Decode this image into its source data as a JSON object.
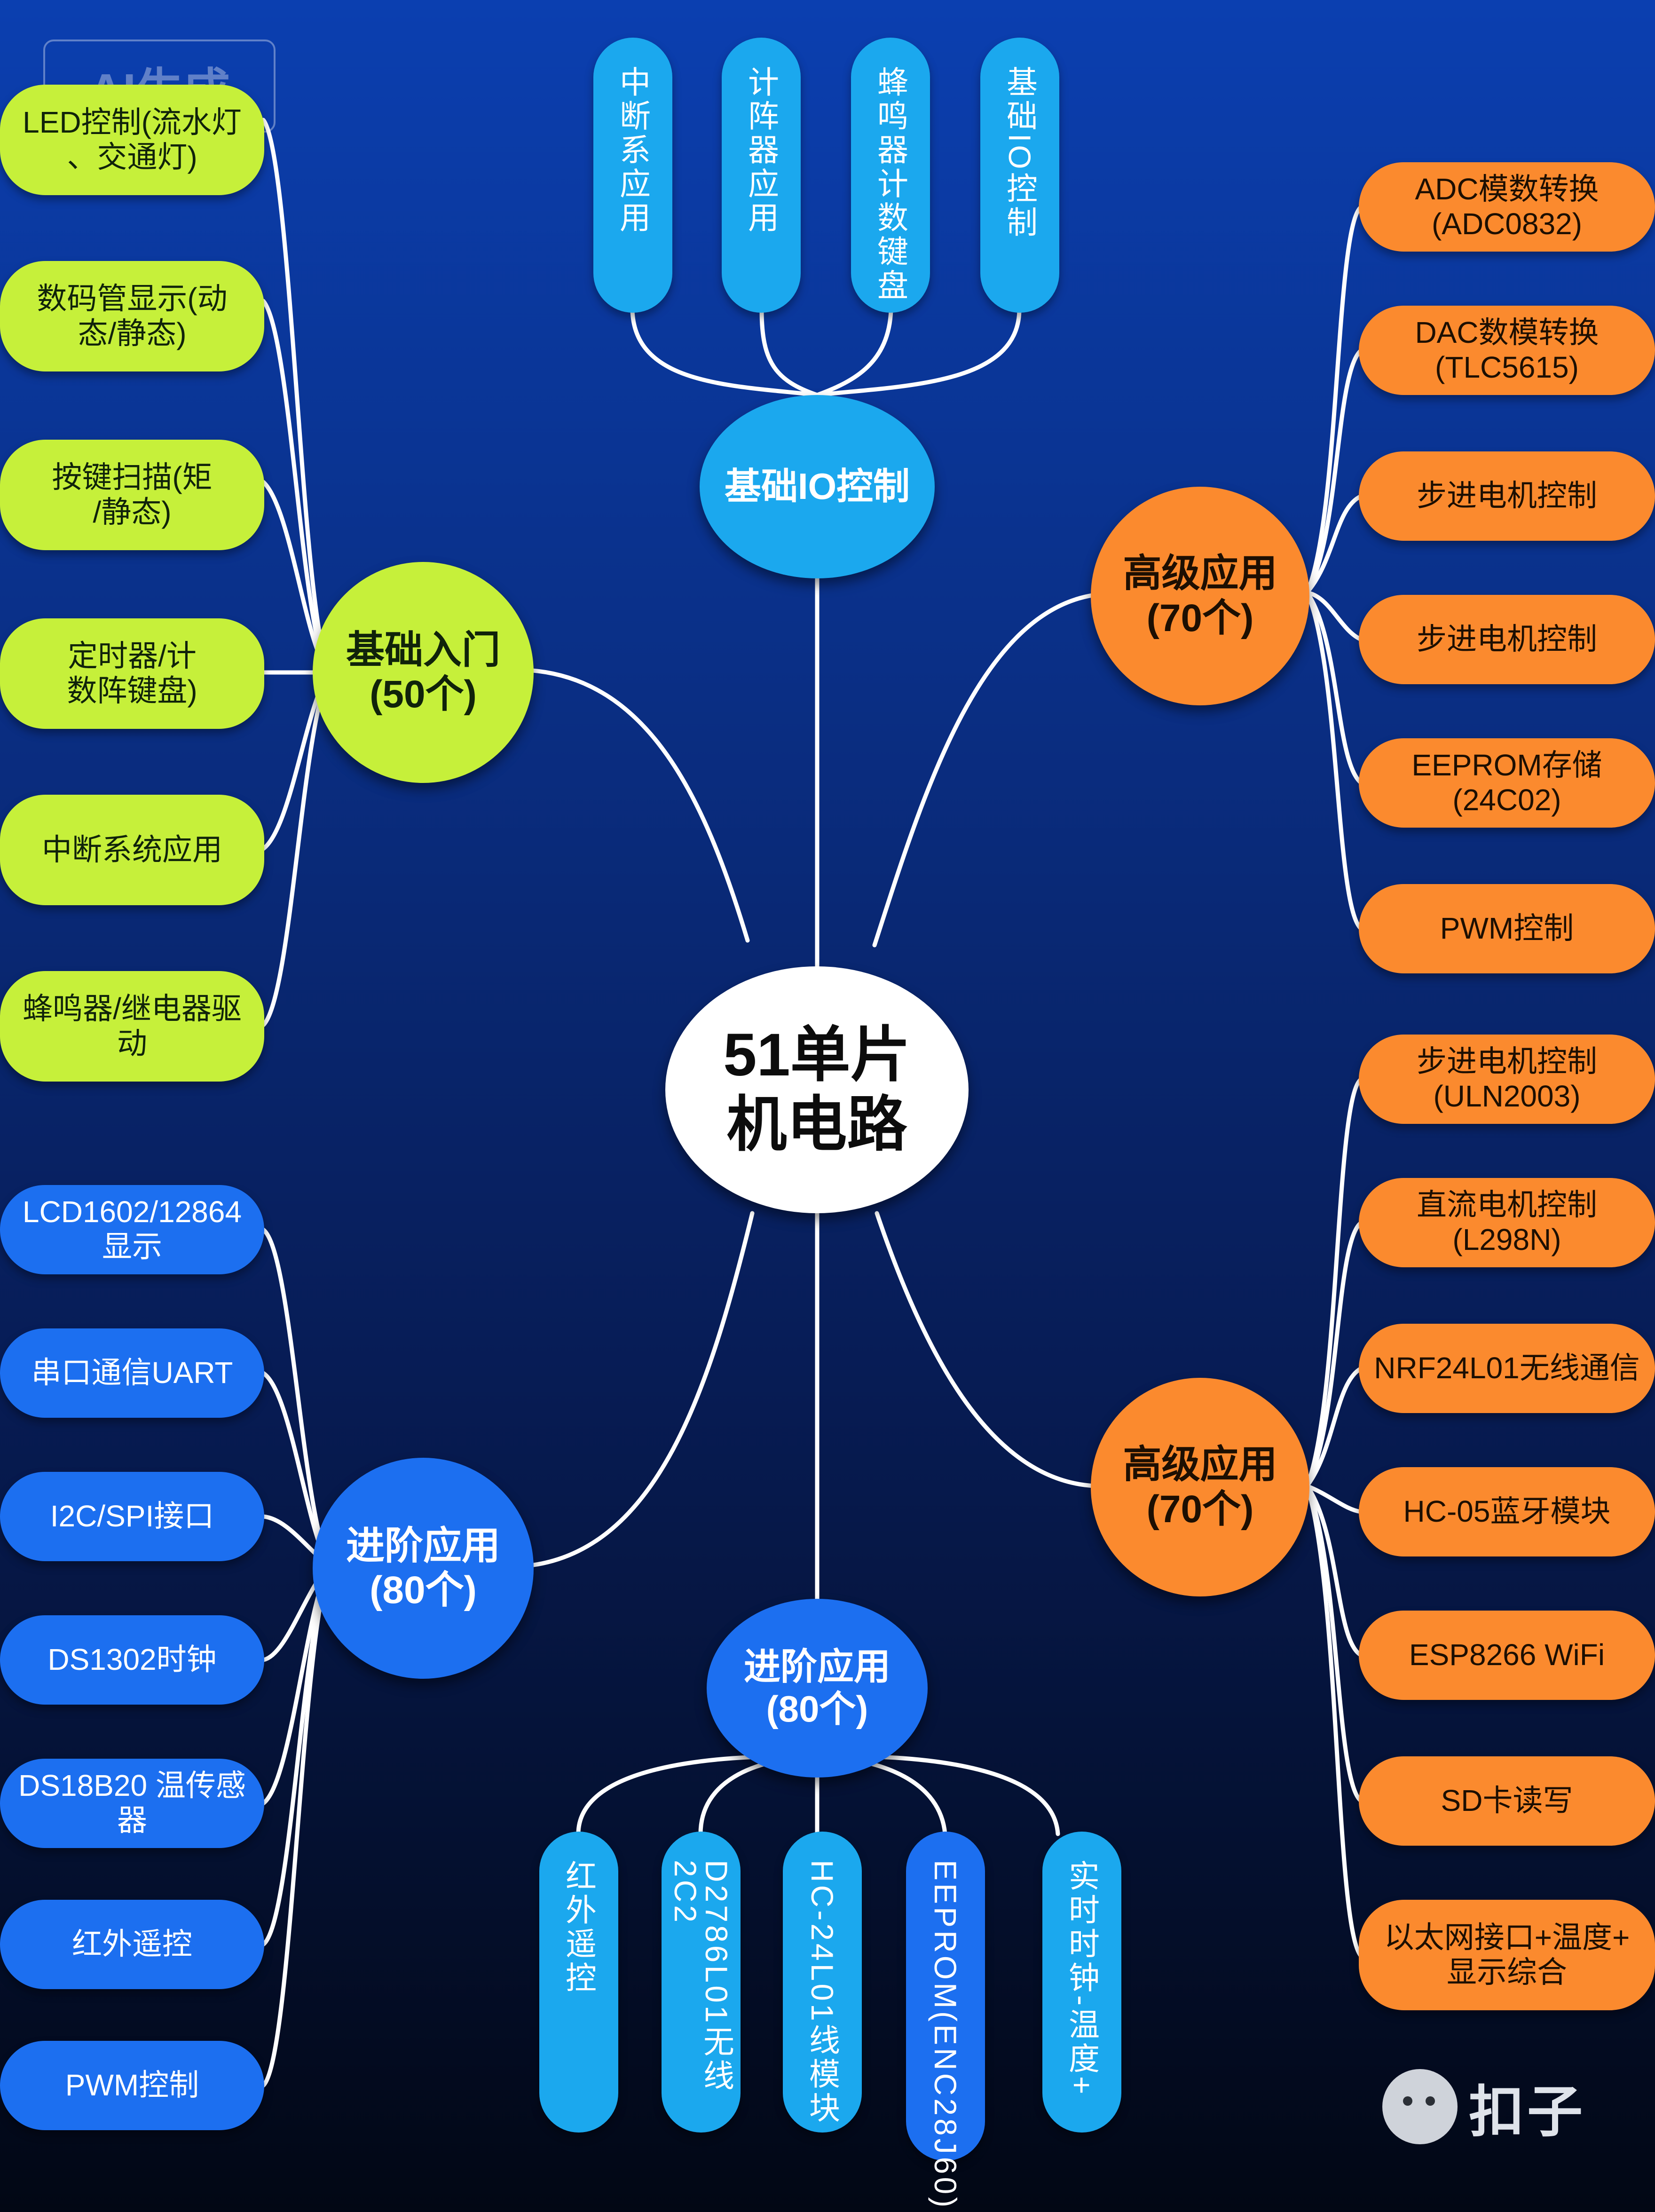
{
  "badge": "AI生成",
  "brand": {
    "name": "扣子",
    "icon": "chat-bubble-face-icon"
  },
  "center": {
    "line1": "51单片",
    "line2": "机电路"
  },
  "top": {
    "hub": "基础IO控制",
    "items": [
      "中断系应用",
      "计阵器应用",
      "蜂鸣器计数键盘",
      "基础IO控制"
    ]
  },
  "left_top": {
    "hub": {
      "line1": "基础入门",
      "line2": "(50个)"
    },
    "items": [
      {
        "line1": "LED控制(流水灯",
        "line2": "、交通灯)"
      },
      {
        "line1": "数码管显示(动",
        "line2": "态/静态)"
      },
      {
        "line1": "按键扫描(矩",
        "line2": "/静态)"
      },
      {
        "line1": "定时器/计",
        "line2": "数阵键盘)"
      },
      {
        "line1": "中断系统应用",
        "line2": ""
      },
      {
        "line1": "蜂鸣器/继电器驱动",
        "line2": ""
      }
    ]
  },
  "left_bottom": {
    "hub": {
      "line1": "进阶应用",
      "line2": "(80个)"
    },
    "items": [
      "LCD1602/12864显示",
      "串口通信UART",
      "I2C/SPI接口",
      "DS1302时钟",
      "DS18B20  温传感器",
      "红外遥控",
      "PWM控制"
    ]
  },
  "right_top": {
    "hub": {
      "line1": "高级应用",
      "line2": "(70个)"
    },
    "items": [
      "ADC模数转换(ADC0832)",
      "DAC数模转换(TLC5615)",
      "步进电机控制",
      "步进电机控制",
      "EEPROM存储(24C02)",
      "PWM控制"
    ]
  },
  "right_bottom": {
    "hub": {
      "line1": "高级应用",
      "line2": "(70个)"
    },
    "items": [
      {
        "line1": "步进电机控制(ULN2003)",
        "line2": ""
      },
      {
        "line1": "直流电机控制(L298N)",
        "line2": ""
      },
      {
        "line1": "NRF24L01无线通信",
        "line2": ""
      },
      {
        "line1": "HC-05蓝牙模块",
        "line2": ""
      },
      {
        "line1": "ESP8266 WiFi",
        "line2": ""
      },
      {
        "line1": "SD卡读写",
        "line2": ""
      },
      {
        "line1": "以太网接口+温度+",
        "line2": "显示综合"
      }
    ]
  },
  "bottom": {
    "hub": {
      "line1": "进阶应用",
      "line2": "(80个)"
    },
    "items": [
      "红外遥控",
      "D2786L01无线2C2",
      "HC-24L01线模块",
      "EEPROM(ENC28J60)",
      "实时时钟-温度+"
    ]
  },
  "colors": {
    "basic": "#c6f03a",
    "advanced": "#1c6ff0",
    "expert": "#fb8a2e",
    "io": "#1ba8ee",
    "center": "#ffffff",
    "link": "#ffffff"
  }
}
